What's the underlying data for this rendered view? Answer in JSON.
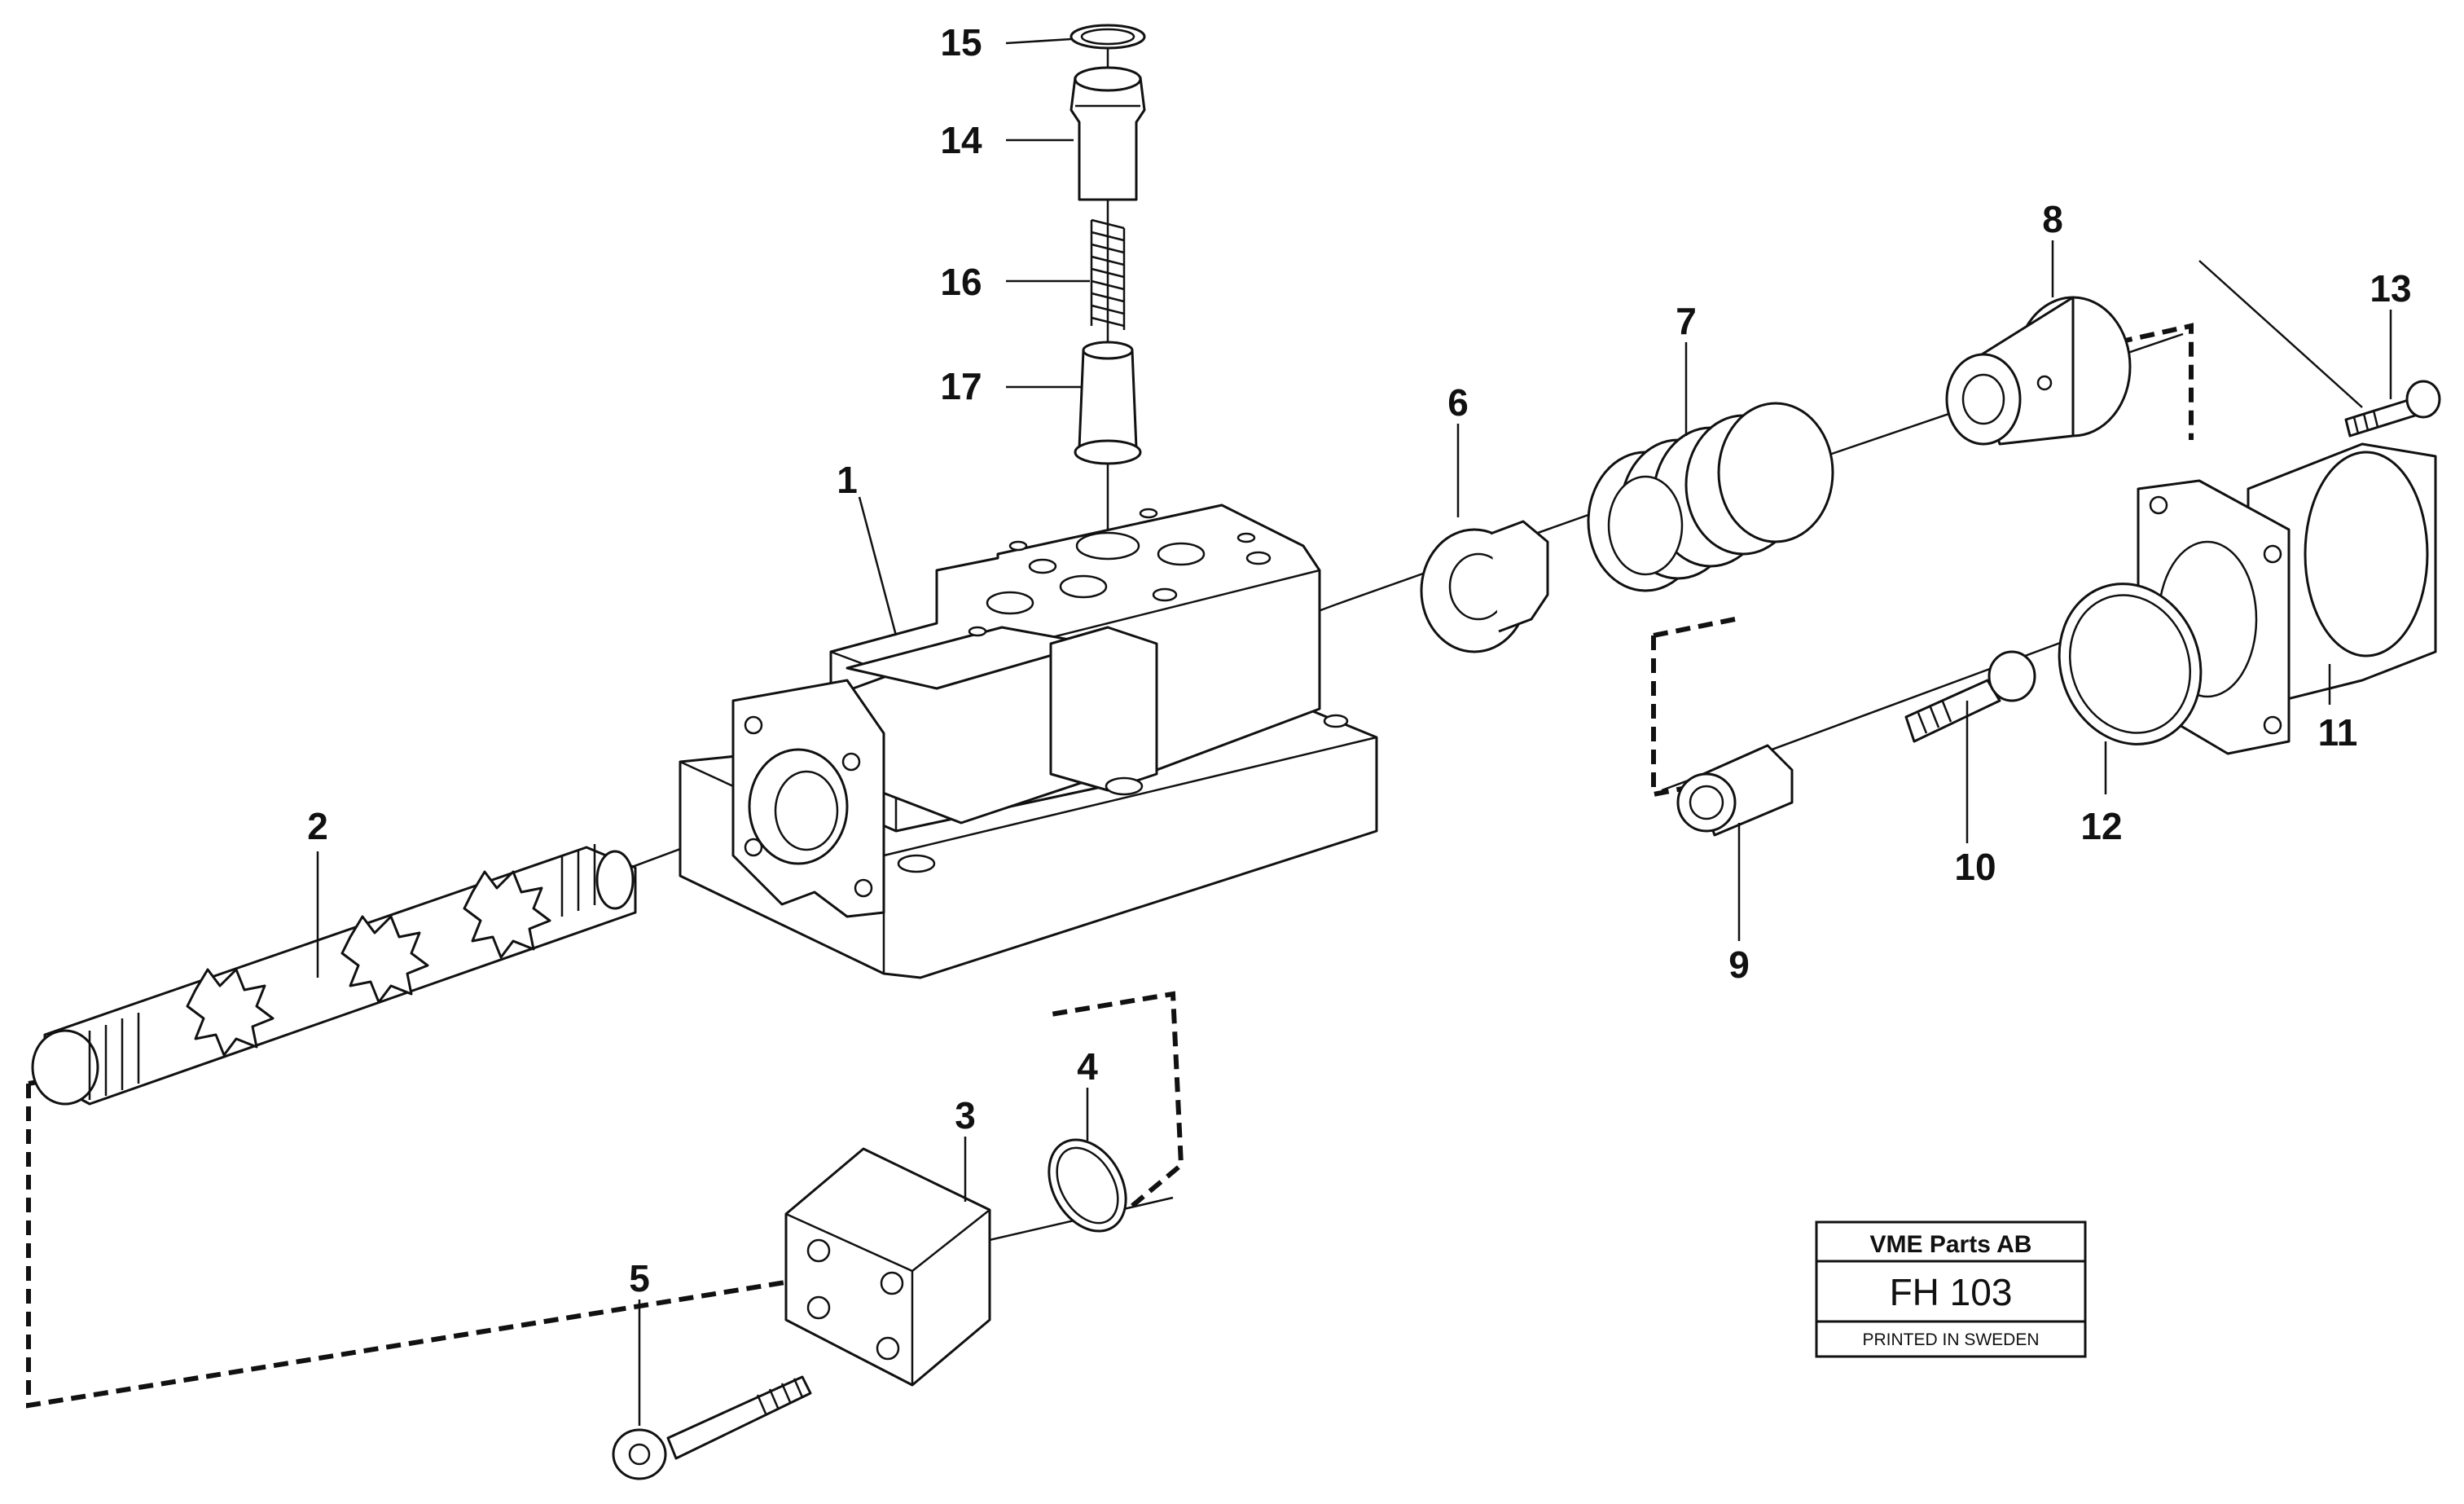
{
  "callouts": [
    {
      "id": "1",
      "text": "1"
    },
    {
      "id": "2",
      "text": "2"
    },
    {
      "id": "3",
      "text": "3"
    },
    {
      "id": "4",
      "text": "4"
    },
    {
      "id": "5",
      "text": "5"
    },
    {
      "id": "6",
      "text": "6"
    },
    {
      "id": "7",
      "text": "7"
    },
    {
      "id": "8",
      "text": "8"
    },
    {
      "id": "9",
      "text": "9"
    },
    {
      "id": "10",
      "text": "10"
    },
    {
      "id": "11",
      "text": "11"
    },
    {
      "id": "12",
      "text": "12"
    },
    {
      "id": "13",
      "text": "13"
    },
    {
      "id": "14",
      "text": "14"
    },
    {
      "id": "15",
      "text": "15"
    },
    {
      "id": "16",
      "text": "16"
    },
    {
      "id": "17",
      "text": "17"
    }
  ],
  "title_block": {
    "company": "VME Parts AB",
    "code": "FH 103",
    "footer": "PRINTED IN SWEDEN"
  },
  "colors": {
    "ink": "#111111",
    "paper": "#ffffff"
  }
}
